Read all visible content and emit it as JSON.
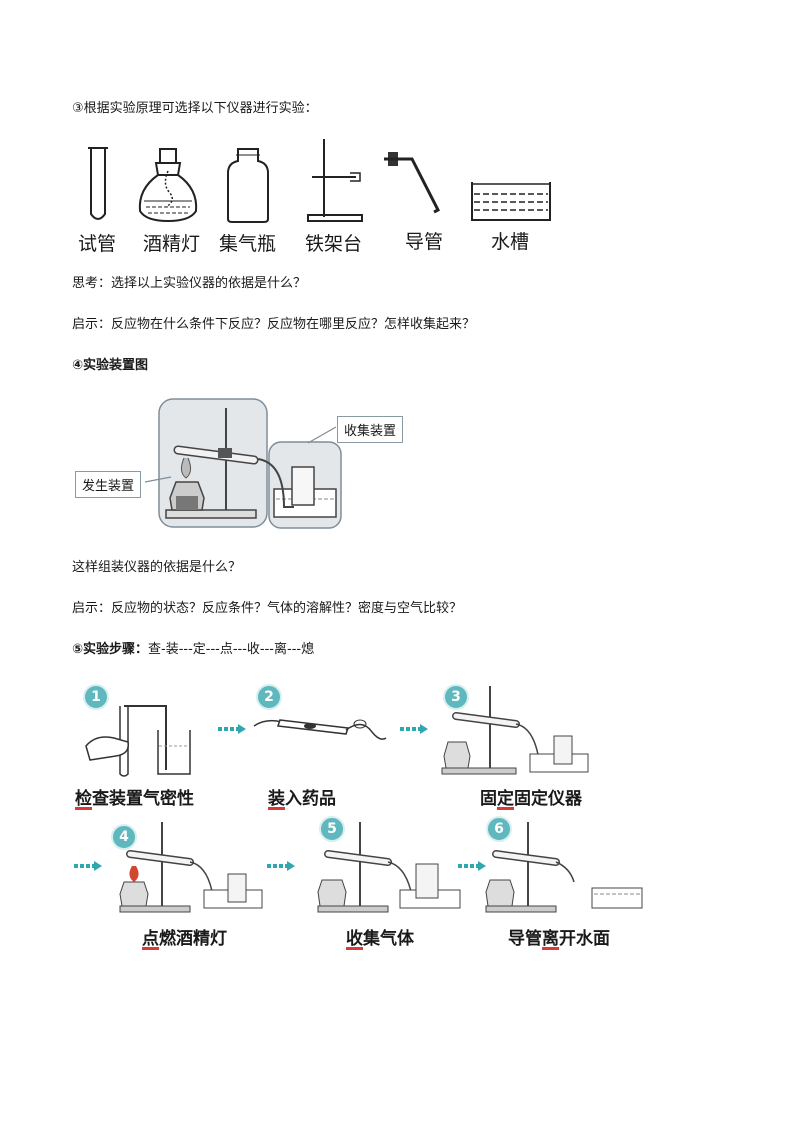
{
  "intro": "③根据实验原理可选择以下仪器进行实验：",
  "instruments": [
    "试管",
    "酒精灯",
    "集气瓶",
    "铁架台",
    "导管",
    "水槽"
  ],
  "think1": "思考：选择以上实验仪器的依据是什么？",
  "hint1": "启示：反应物在什么条件下反应？反应物在哪里反应？怎样收集起来？",
  "section4": "④实验装置图",
  "callout_collect": "收集装置",
  "callout_generate": "发生装置",
  "think2": "这样组装仪器的依据是什么？",
  "hint2": "启示：反应物的状态？反应条件？气体的溶解性？密度与空气比较？",
  "section5_title": "⑤实验步骤：",
  "section5_steps": "查-装---定---点---收---离---熄",
  "steps": [
    {
      "num": "1",
      "key": "检",
      "rest": "查装置气密性"
    },
    {
      "num": "2",
      "key": "装",
      "rest": "入药品"
    },
    {
      "num": "3",
      "key": "",
      "rest": "固定仪器",
      "key_mid": "定",
      "pre": "固"
    },
    {
      "num": "4",
      "key": "点",
      "rest": "燃酒精灯"
    },
    {
      "num": "5",
      "key": "收",
      "rest": "集气体"
    },
    {
      "num": "6",
      "pre": "导管",
      "key_mid": "离",
      "rest": "开水面"
    }
  ]
}
